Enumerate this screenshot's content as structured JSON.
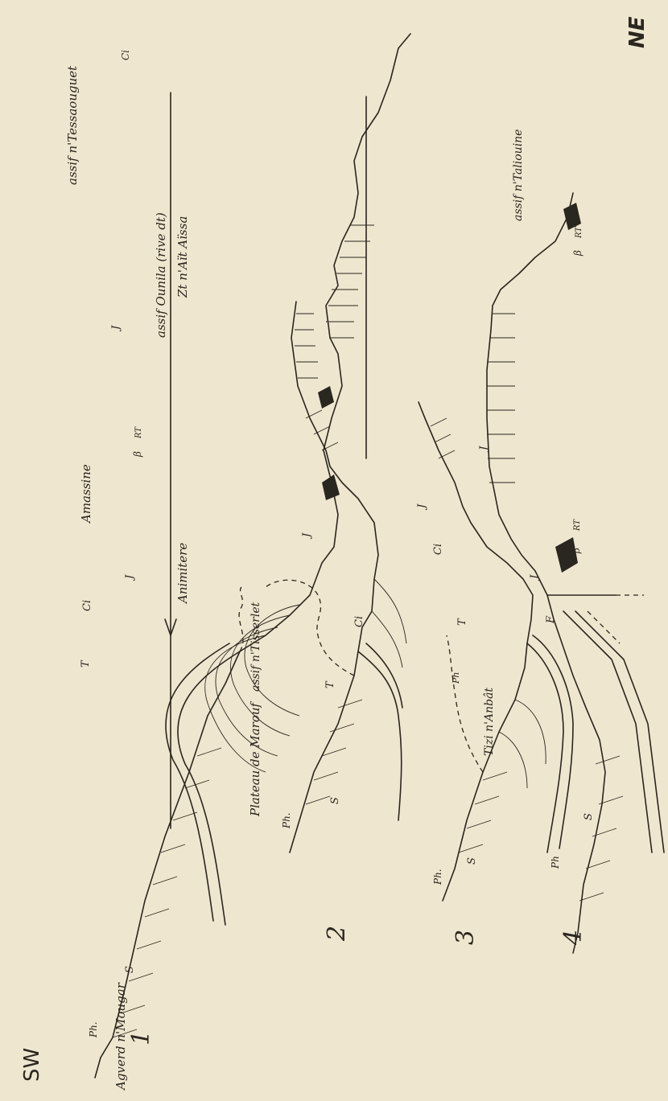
{
  "orientation": {
    "sw": "SW",
    "ne": "NE"
  },
  "profiles": [
    {
      "number": "1",
      "places": [
        "Agverd n'Mougar",
        "Amassine",
        "assif n'Tessaouguet",
        "assif Ounila (rive dt)"
      ],
      "bottom_labels": [
        "Animitere",
        "Zt n'Aït Aïssa"
      ],
      "units": [
        "Ph.",
        "S",
        "T",
        "Ci",
        "J",
        "β",
        "RT",
        "J",
        "Ci"
      ]
    },
    {
      "number": "2",
      "places": [
        "Plateau de Marouf",
        "assif n'Tisserlet"
      ],
      "units": [
        "Ph.",
        "S",
        "T",
        "Ci",
        "J"
      ]
    },
    {
      "number": "3",
      "places": [
        "Tizi n'Anbât"
      ],
      "units": [
        "Ph.",
        "S",
        "Ph",
        "T",
        "Ci",
        "J"
      ]
    },
    {
      "number": "4",
      "places": [
        "assif n'Taliouine"
      ],
      "units": [
        "Ph",
        "S",
        "F",
        "J",
        "β",
        "RT",
        "J",
        "β",
        "RT"
      ]
    }
  ]
}
